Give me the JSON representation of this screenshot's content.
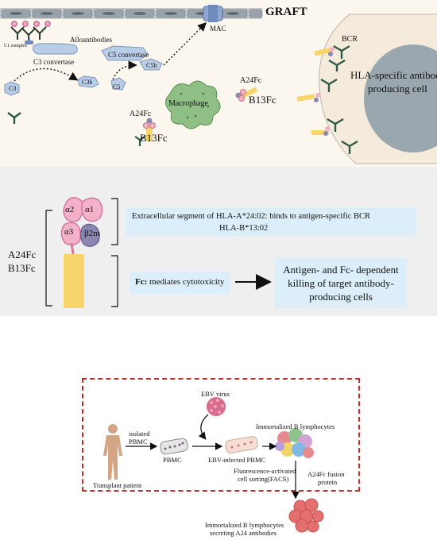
{
  "panel1": {
    "graft_label": "GRAFT",
    "alloantibodies": "Alloantibodies",
    "c1_complex": "C1 complex",
    "c3_convertase": "C3 convertase",
    "c3": "C3",
    "c3b": "C3b",
    "c5_convertase": "C5 convertase",
    "c5": "C5",
    "c5b": "C5b",
    "mac": "MAC",
    "macrophage": "Macrophage",
    "a24fc_top": "A24Fc",
    "b13fc_top": "B13Fc",
    "a24fc_bottom": "A24Fc",
    "b13fc_bottom": "B13Fc",
    "bcr": "BCR",
    "cell_line1": "HLA-specific antibody",
    "cell_line2": "producing cell"
  },
  "panel2": {
    "a24fc": "A24Fc",
    "b13fc": "B13Fc",
    "alpha2": "α2",
    "alpha1": "α1",
    "alpha3": "α3",
    "beta2m": "β2m",
    "extracellular_line1": "Extracellular segment of HLA-A*24:02:  binds to antigen-specific BCR",
    "extracellular_line2": "HLA-B*13:02",
    "fc_bold": "Fc:",
    "fc_rest": " mediates cytotoxicity",
    "killing_line1": "Antigen- and Fc- dependent",
    "killing_line2": "killing of target antibody-",
    "killing_line3": "producing cells"
  },
  "panel3": {
    "ebv_virus": "EBV virus",
    "isolated_pbmc_1": "isolated",
    "isolated_pbmc_2": "PBMC",
    "pbmc": "PBMC",
    "ebv_infected": "EBV-infected PBMC",
    "immortalized": "Immortalized B lymphocytes",
    "transplant_patient": "Transplant patient",
    "facs_1": "Fluorescence-activated",
    "facs_2": "cell sorting(FACS)",
    "fusion_1": "A24Fc fusion",
    "fusion_2": "protein",
    "secreting_1": "Immortalized B lymphocytes",
    "secreting_2": "secreting A24 antibodies"
  },
  "colors": {
    "panel1_bg": "#fbf7ef",
    "panel2_bg": "#efefef",
    "blue_box": "#dceefa",
    "complement_blue": "#b9cde6",
    "dashed_border": "#c0302c",
    "fc_yellow": "#f8d56a",
    "hla_pink": "#f3b1c9",
    "b2m_purple": "#8c86b3",
    "macrophage_green": "#8fbf84",
    "cell_gray": "#9aa7ae",
    "cell_cream": "#f5ebdd"
  }
}
